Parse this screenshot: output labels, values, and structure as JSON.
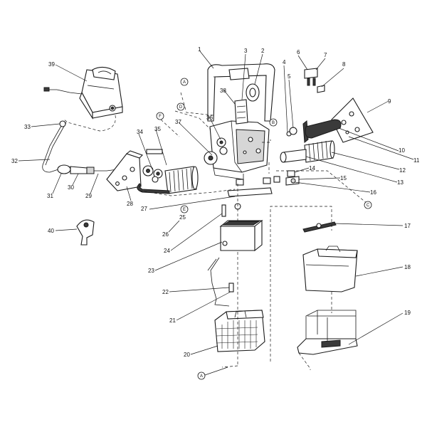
{
  "callouts": [
    "1",
    "2",
    "3",
    "4",
    "5",
    "6",
    "7",
    "8",
    "9",
    "10",
    "11",
    "12",
    "13",
    "14",
    "15",
    "16",
    "17",
    "18",
    "19",
    "20",
    "21",
    "22",
    "23",
    "24",
    "25",
    "26",
    "27",
    "28",
    "29",
    "30",
    "31",
    "32",
    "33",
    "34",
    "35",
    "36",
    "37",
    "38",
    "39",
    "40"
  ],
  "references": [
    "A",
    "B",
    "C",
    "D",
    "E",
    "F",
    "A"
  ]
}
